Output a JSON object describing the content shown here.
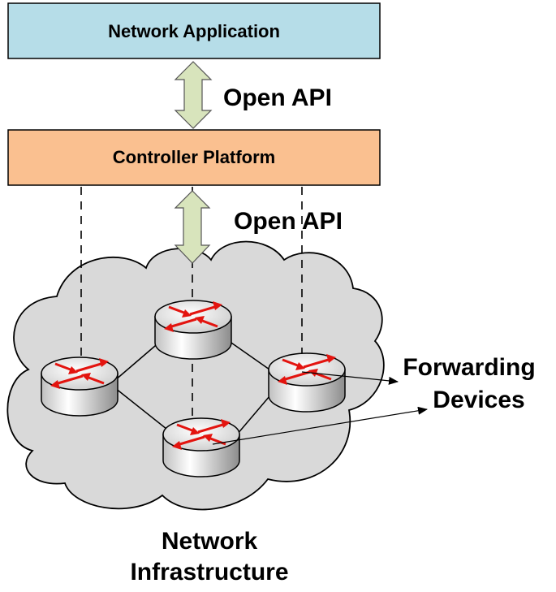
{
  "diagram": {
    "layers": {
      "application": {
        "label": "Network Application",
        "fill": "#b6dde8"
      },
      "controller": {
        "label": "Controller Platform",
        "fill": "#fac090"
      }
    },
    "interfaces": {
      "upper_api": "Open API",
      "lower_api": "Open API"
    },
    "infrastructure": {
      "label_line1": "Network",
      "label_line2": "Infrastructure",
      "cloud_fill": "#d9d9d9"
    },
    "devices": {
      "label_line1": "Forwarding",
      "label_line2": "Devices",
      "router_arrow_color": "#e3140f",
      "router_count": 4
    },
    "api_arrow_fill": "#d8e4bc"
  }
}
